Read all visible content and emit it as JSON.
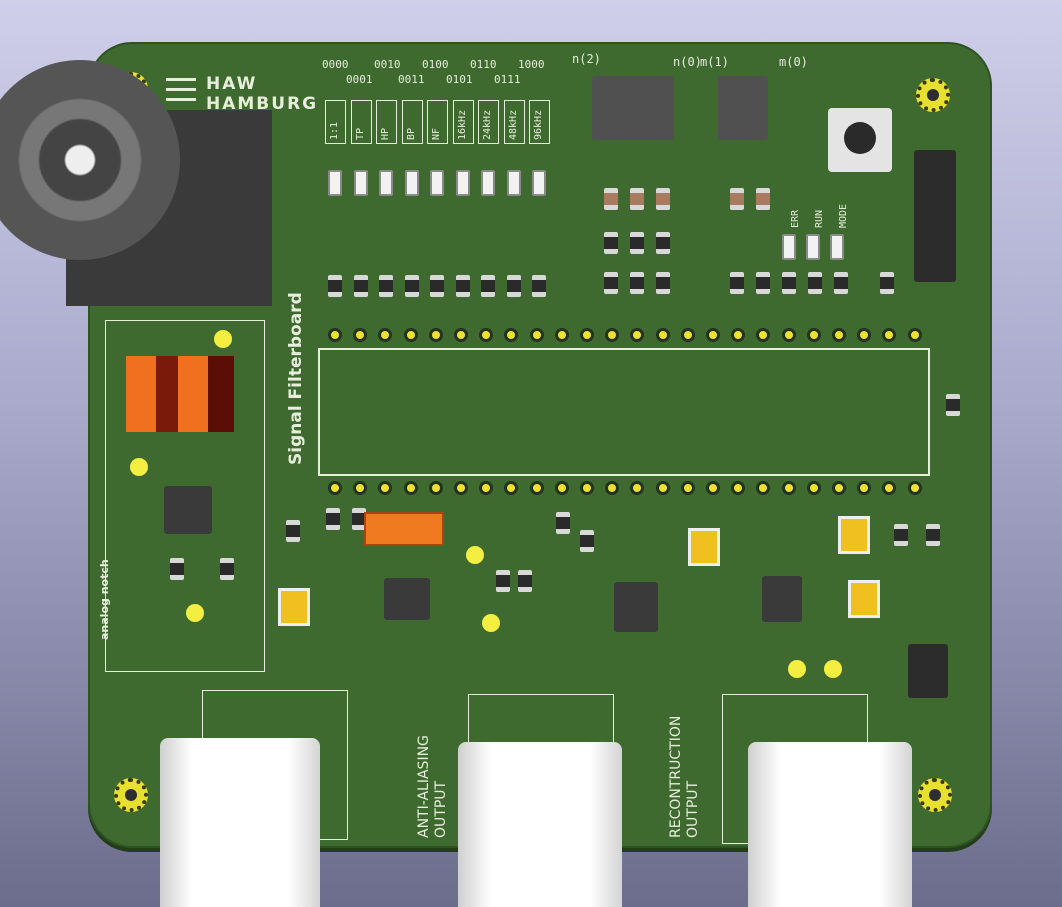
{
  "logo": {
    "line1": "HAW",
    "line2": "HAMBURG"
  },
  "board_title": "Signal Filterboard",
  "notch_label": "analog notch",
  "codes_top": [
    "0000",
    "0010",
    "0100",
    "0110",
    "1000"
  ],
  "codes_bottom": [
    "0001",
    "0011",
    "0101",
    "0111"
  ],
  "mode_labels": [
    "1:1",
    "TP",
    "HP",
    "BP",
    "NF",
    "16kHz",
    "24kHz",
    "48kHz",
    "96kHz"
  ],
  "switch_labels": {
    "n2": "n(2)",
    "n0": "n(0)",
    "m1": "m(1)",
    "m0": "m(0)"
  },
  "status_labels": [
    "ERR",
    "RUN",
    "MODE"
  ],
  "outputs": {
    "anti_aliasing": "ANTI-ALIASING\nOUTPUT",
    "reconstruction": "RECONTRUCTION\nOUTPUT"
  }
}
